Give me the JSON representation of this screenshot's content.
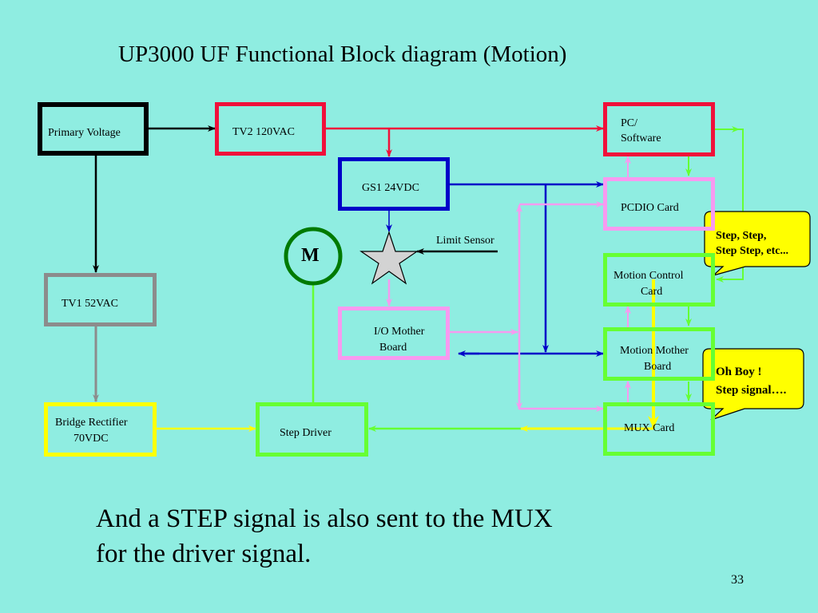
{
  "slide": {
    "title": "UP3000 UF Functional Block diagram (Motion)",
    "caption_line1": "And a STEP signal is also sent to the MUX",
    "caption_line2": "for the driver signal.",
    "page_number": "33"
  },
  "colors": {
    "background": "#8FEDE1",
    "black": "#000000",
    "red": "#F0103A",
    "blue": "#0000C8",
    "gray": "#8C8C8C",
    "yellow": "#FFFF00",
    "green": "#66FF33",
    "pink": "#F79AF0",
    "dark_green": "#007A00",
    "star_fill": "#D3D3D3"
  },
  "blocks": {
    "primary_voltage": "Primary Voltage",
    "tv2": "TV2 120VAC",
    "gs1": "GS1 24VDC",
    "pc_line1": "PC/",
    "pc_line2": "Software",
    "pcdio": "PCDIO Card",
    "motion_control_line1": "Motion Control",
    "motion_control_line2": "Card",
    "motion_mother_line1": "Motion Mother",
    "motion_mother_line2": "Board",
    "mux": "MUX Card",
    "io_mother_line1": "I/O Mother",
    "io_mother_line2": "Board",
    "tv1": "TV1 52VAC",
    "bridge_line1": "Bridge Rectifier",
    "bridge_line2": "70VDC",
    "step_driver": "Step Driver",
    "motor": "M"
  },
  "labels": {
    "limit_sensor": "Limit Sensor"
  },
  "callouts": {
    "step_line1": "Step, Step,",
    "step_line2": "Step Step, etc...",
    "ohboy_line1": "Oh Boy !",
    "ohboy_line2": "Step signal…."
  }
}
